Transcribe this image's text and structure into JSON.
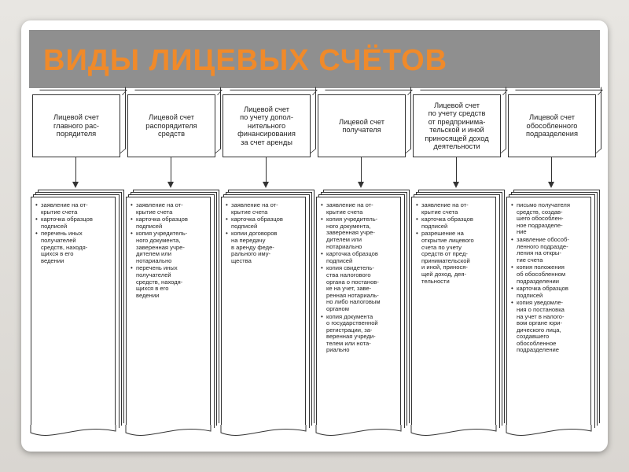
{
  "title": "ВИДЫ ЛИЦЕВЫХ СЧЁТОВ",
  "columns": [
    {
      "header": "Лицевой счет\nглавного рас-\nпорядителя",
      "items": [
        "заявление на от-\nкрытие счета",
        "карточка образцов\nподписей",
        "перечень иных\nполучателей\nсредств, находя-\nщихся в его\nведении"
      ]
    },
    {
      "header": "Лицевой счет\nраспорядителя\nсредств",
      "items": [
        "заявление на от-\nкрытие счета",
        "карточка образцов\nподписей",
        "копия учредитель-\nного документа,\nзаверенная учре-\nдителем или\nнотариально",
        "перечень иных\nполучателей\nсредств, находя-\nщихся в его\nведении"
      ]
    },
    {
      "header": "Лицевой счет\nпо учету допол-\nнительного\nфинансирования\nза счет аренды",
      "items": [
        "заявление на от-\nкрытие счета",
        "карточка образцов\nподписей",
        "копии договоров\nна передачу\nв аренду феде-\nрального иму-\nщества"
      ]
    },
    {
      "header": "Лицевой счет\nполучателя",
      "items": [
        "заявление на от-\nкрытие счета",
        "копия учредитель-\nного документа,\nзаверенная учре-\nдителем или\nнотариально",
        "карточка образцов\nподписей",
        "копия свидетель-\nства налогового\nоргана о постанов-\nке на учет, заве-\nренная нотариаль-\nно либо налоговым\nорганом",
        "копия документа\nо государственной\nрегистрации, за-\nверенная учреди-\nтелем или нота-\nриально"
      ]
    },
    {
      "header": "Лицевой счет\nпо учету средств\nот предпринима-\nтельской и иной\nприносящей доход\nдеятельности",
      "items": [
        "заявление на от-\nкрытие счета",
        "карточка образцов\nподписей",
        "разрешение на\nоткрытие лицевого\nсчета по учету\nсредств от пред-\nпринимательской\nи иной, принося-\nщей доход, дея-\nтельности"
      ]
    },
    {
      "header": "Лицевой счет\nобособленного\nподразделения",
      "items": [
        "письмо получателя\nсредств, создав-\nшего обособлен-\nное подразделе-\nние",
        "заявление обособ-\nленного подразде-\nления на откры-\nтие счета",
        "копия положения\nоб обособленном\nподразделении",
        "карточка образцов\nподписей",
        "копия уведомле-\nния о постановка\nна учет в налого-\nвом органе юри-\nдического лица,\nсоздавшего\nобособленное\nподразделение"
      ]
    }
  ]
}
